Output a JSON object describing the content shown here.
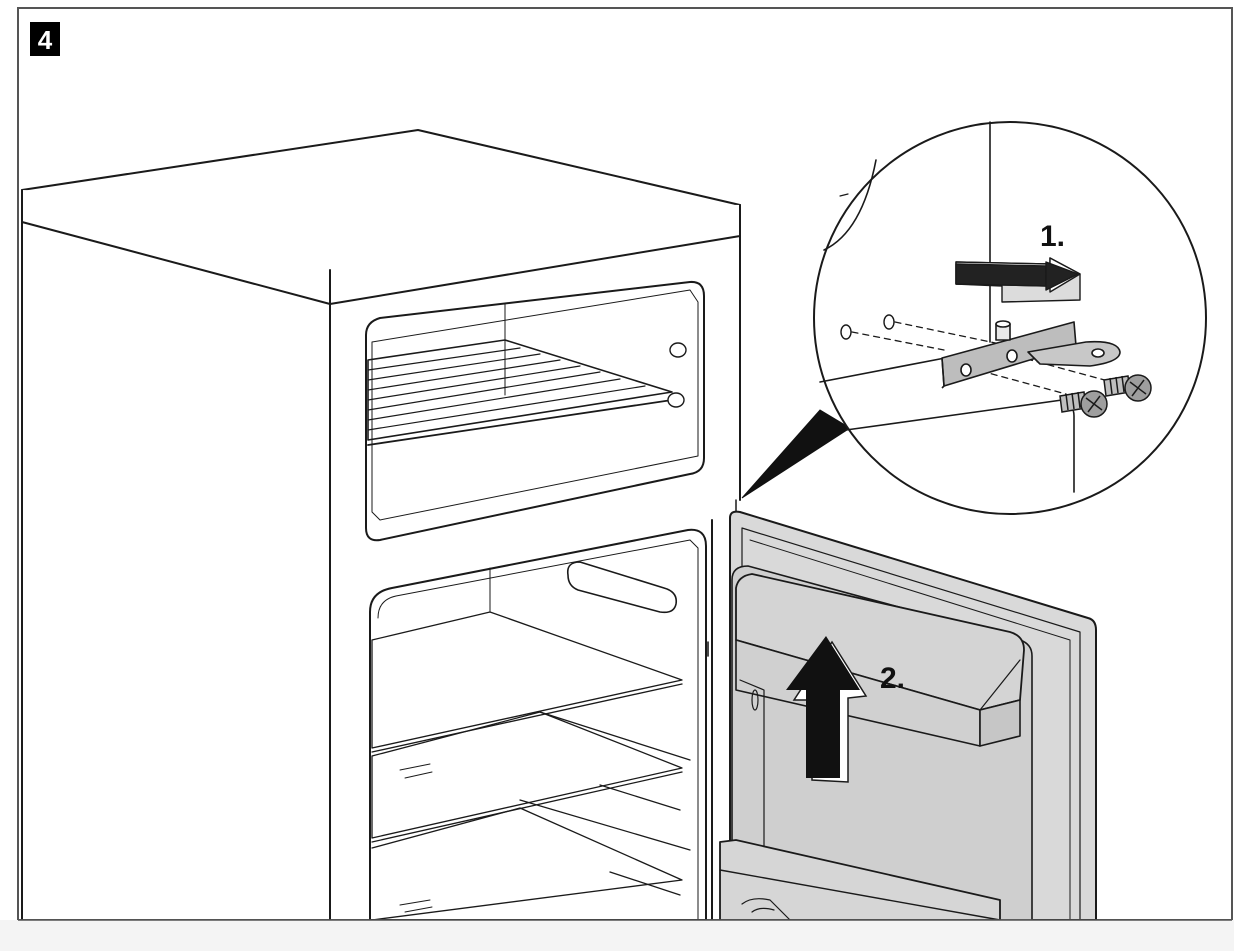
{
  "figure": {
    "step_number": "4",
    "callouts": {
      "step_one": "1.",
      "step_two": "2."
    }
  },
  "colors": {
    "line": "#1a1a1a",
    "door_fill": "#d9d9d9",
    "door_panel": "#cfcfcf",
    "badge_bg": "#000000",
    "badge_text": "#ffffff",
    "hinge_fill": "#bdbdbd"
  },
  "icons": [
    "arrow-right-icon",
    "arrow-up-icon",
    "screw-icon",
    "hinge-bracket-icon"
  ]
}
